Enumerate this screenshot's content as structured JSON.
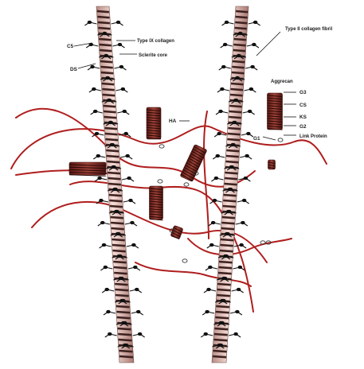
{
  "labels": {
    "c5": "C5",
    "ds": "DS",
    "type_ix": "Type IX collagen",
    "sclerite_core": "Sclerite core",
    "type_ii": "Type II collagen fibril",
    "ha": "HA",
    "aggrecan": "Aggrecan",
    "g3": "G3",
    "cs": "CS",
    "ks": "KS",
    "g2": "G2",
    "g1": "G1",
    "link_protein": "Link Protein"
  },
  "colors": {
    "fibril_light": "#f1d0cc",
    "fibril_band": "#4a2a24",
    "hyaluronan": "#b01e1e",
    "aggrecan_coil": "#7a2820",
    "text": "#1a1a1a"
  }
}
